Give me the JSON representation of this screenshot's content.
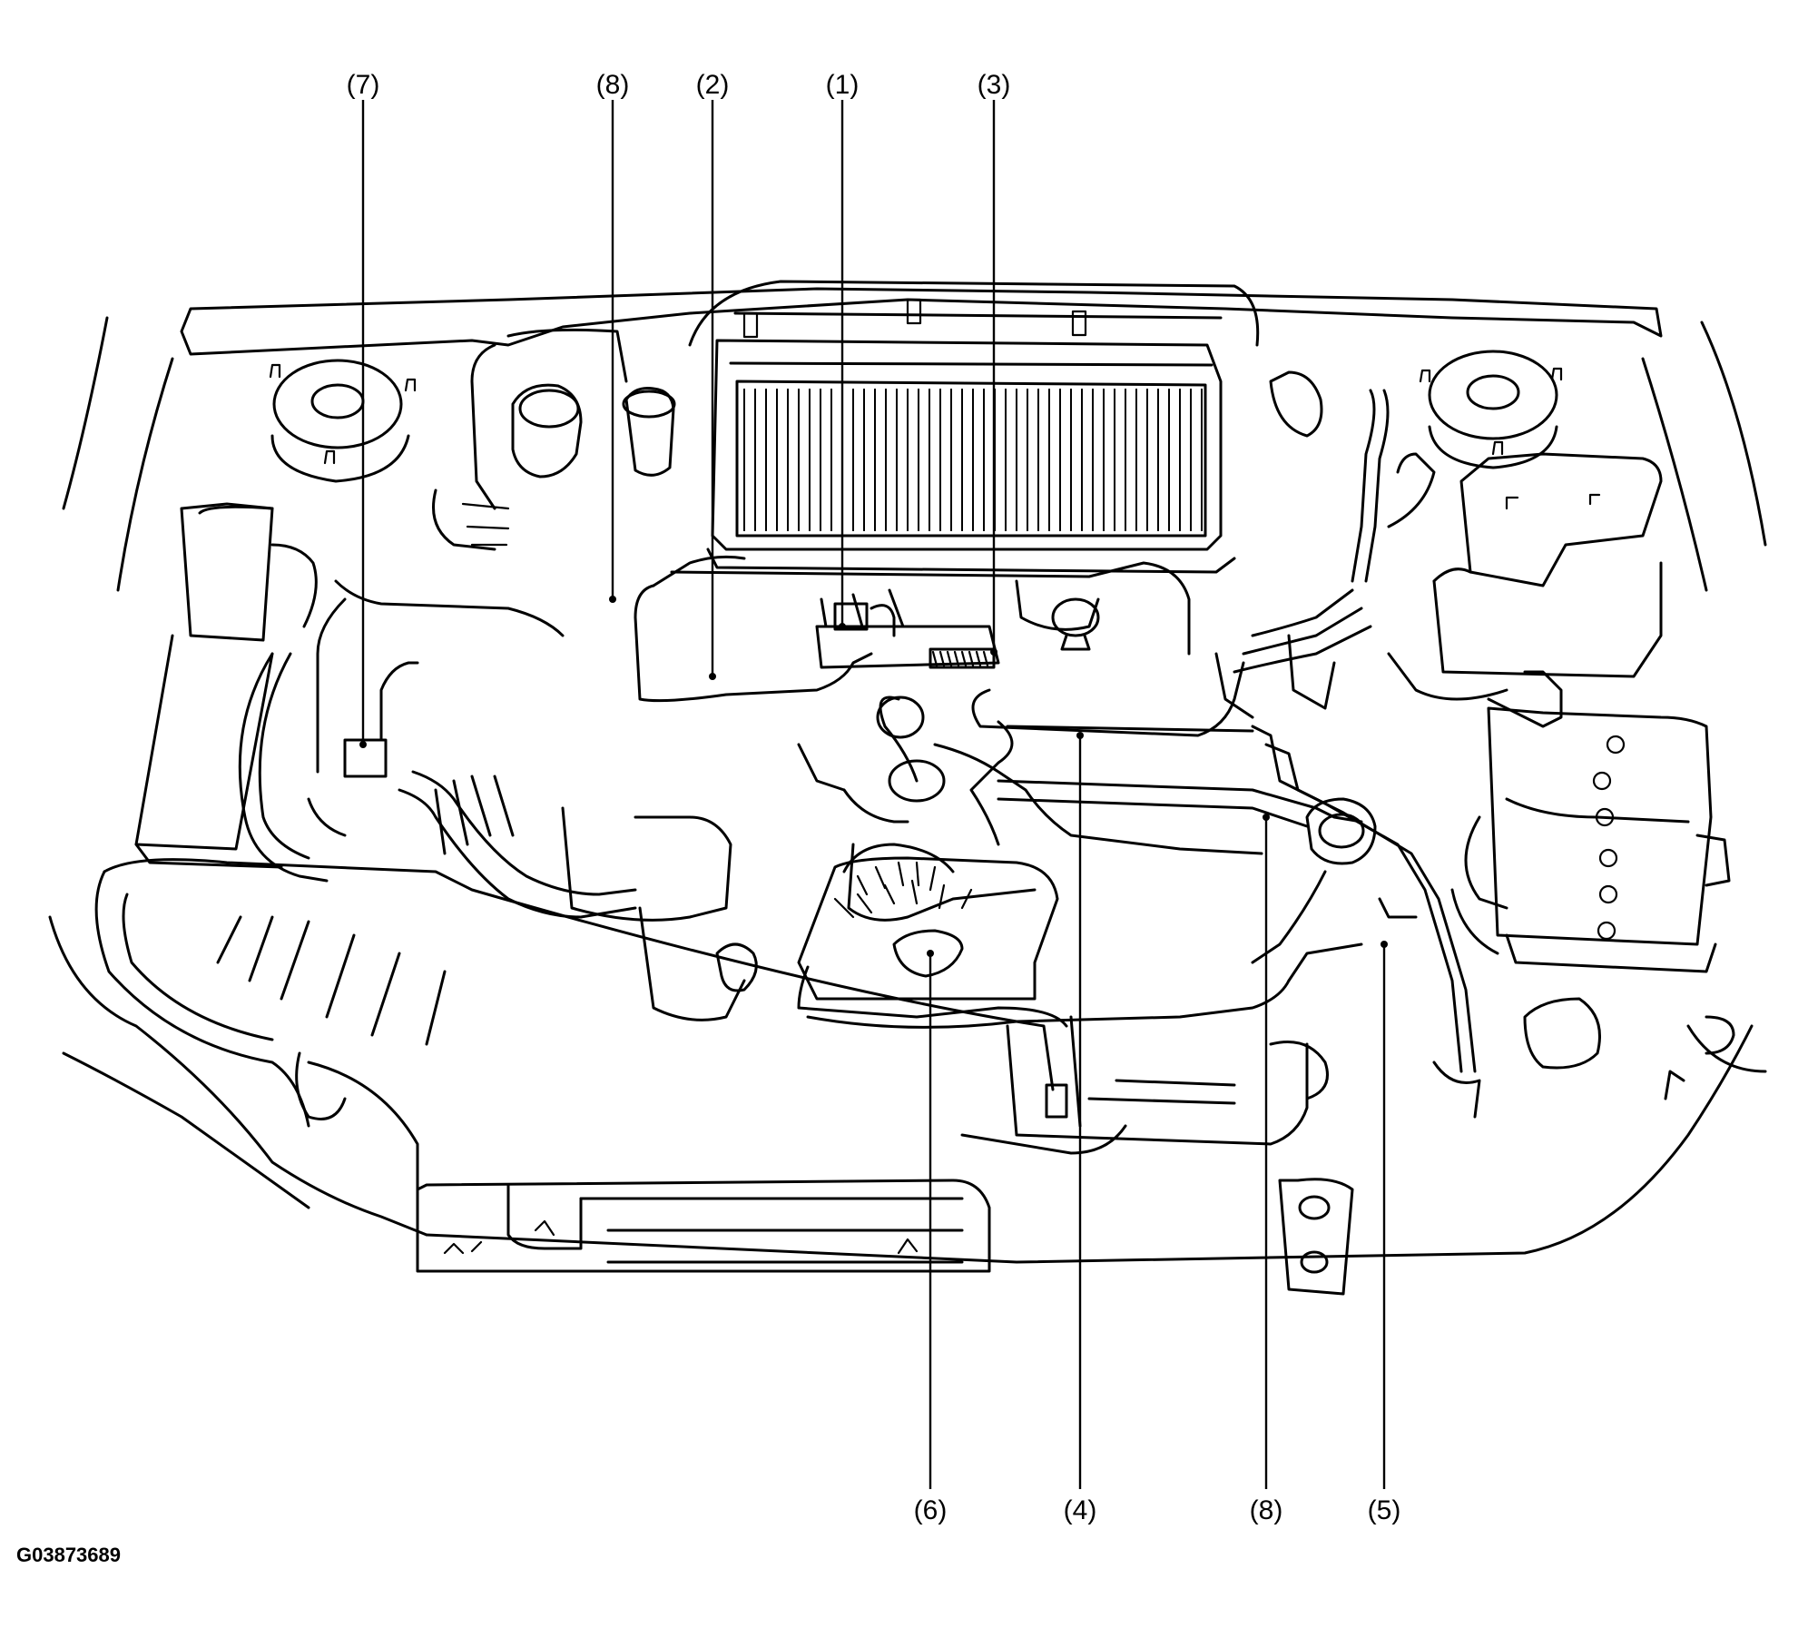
{
  "figure_id": "G03873689",
  "callouts": [
    {
      "id": "7",
      "label": "(7)"
    },
    {
      "id": "8a",
      "label": "(8)"
    },
    {
      "id": "2",
      "label": "(2)"
    },
    {
      "id": "1",
      "label": "(1)"
    },
    {
      "id": "3",
      "label": "(3)"
    },
    {
      "id": "6",
      "label": "(6)"
    },
    {
      "id": "4",
      "label": "(4)"
    },
    {
      "id": "8b",
      "label": "(8)"
    },
    {
      "id": "5",
      "label": "(5)"
    }
  ],
  "colors": {
    "line": "#000000",
    "background": "#ffffff"
  }
}
